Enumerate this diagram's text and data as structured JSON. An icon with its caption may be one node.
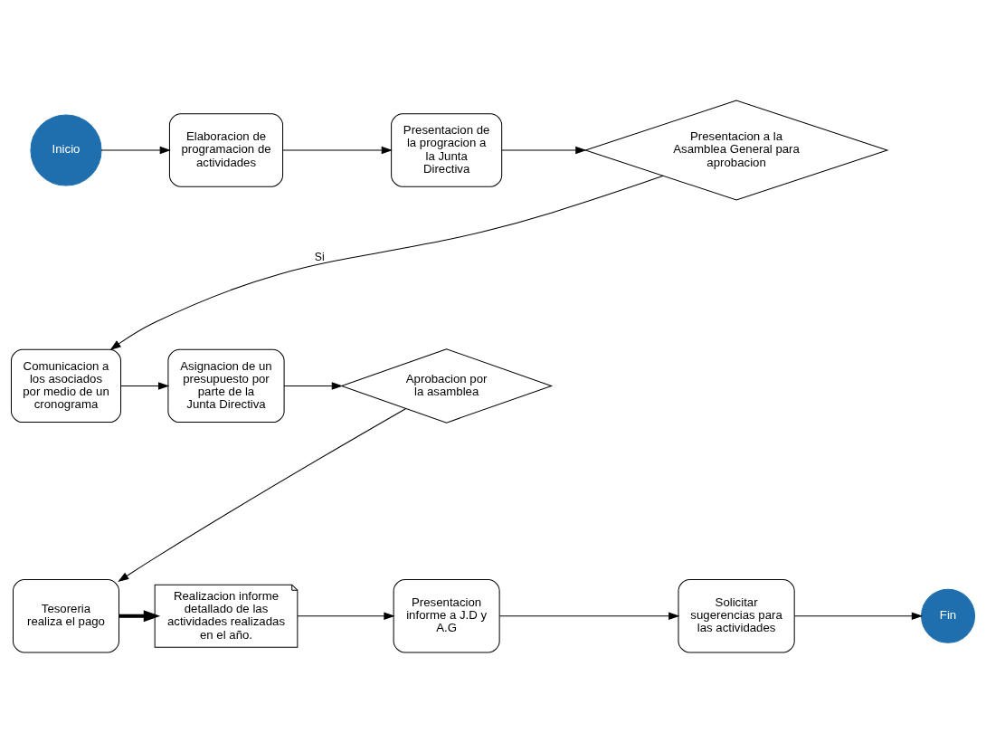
{
  "diagram": {
    "nodes": [
      {
        "text": [
          "Inicio"
        ]
      },
      {
        "text": [
          "Elaboracion de programacion de actividades"
        ]
      },
      {
        "text": [
          "Presentacion de la progracion a la Junta Directiva"
        ]
      },
      {
        "text": [
          "Presentacion a la Asamblea General para aprobacion"
        ]
      },
      {
        "text": [
          "Comunicacion a los asociados por medio de un cronograma"
        ]
      },
      {
        "text": [
          "Asignacion de un presupuesto por parte de la Junta Directiva"
        ]
      },
      {
        "text": [
          "Aprobacion por la asamblea"
        ]
      },
      {
        "text": [
          "Tesoreria realiza el pago"
        ]
      },
      {
        "text": [
          "Realizacion informe detallado de las actividades realizadas en el año."
        ]
      },
      {
        "text": [
          "Presentacion informe a J.D y A.G"
        ]
      },
      {
        "text": [
          "Solicitar sugerencias para las actividades"
        ]
      },
      {
        "text": [
          "Fin"
        ]
      }
    ],
    "edges": [
      {
        "from": 0,
        "to": 1,
        "arrow": "to"
      },
      {
        "from": 1,
        "to": 2,
        "arrow": "to"
      },
      {
        "from": 2,
        "to": 3,
        "arrow": "to"
      },
      {
        "from": 3,
        "to": 4,
        "arrow": "to",
        "label": "Si"
      },
      {
        "from": 4,
        "to": 5,
        "arrow": "to"
      },
      {
        "from": 5,
        "to": 6,
        "arrow": "to"
      },
      {
        "from": 6,
        "to": 7,
        "arrow": "to"
      },
      {
        "from": 7,
        "to": 8,
        "arrow": "to",
        "style": "thick"
      },
      {
        "from": 8,
        "to": 9,
        "arrow": "to"
      },
      {
        "from": 9,
        "to": 10,
        "arrow": "to"
      },
      {
        "from": 10,
        "to": 11,
        "arrow": "to"
      }
    ]
  }
}
